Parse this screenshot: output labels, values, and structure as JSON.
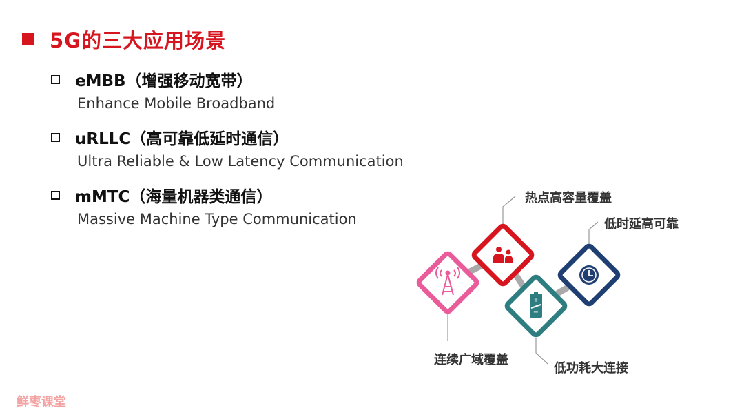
{
  "title": "5G的三大应用场景",
  "items": [
    {
      "title": "eMBB（增强移动宽带）",
      "subtitle": "Enhance Mobile Broadband"
    },
    {
      "title": "uRLLC（高可靠低延时通信）",
      "subtitle": "Ultra Reliable & Low Latency Communication"
    },
    {
      "title": "mMTC（海量机器类通信）",
      "subtitle": "Massive Machine Type Communication"
    }
  ],
  "diagram": {
    "labels": {
      "hotspot": "热点高容量覆盖",
      "low_latency": "低时延高可靠",
      "wide_coverage": "连续广域覆盖",
      "low_power": "低功耗大连接"
    },
    "colors": {
      "pink": "#ea5b9a",
      "red": "#d7151f",
      "teal": "#2e7d80",
      "navy": "#1f3f73"
    },
    "icons": [
      "antenna-tower-icon",
      "people-icon",
      "battery-icon",
      "clock-icon"
    ]
  },
  "watermark": "鲜枣课堂"
}
